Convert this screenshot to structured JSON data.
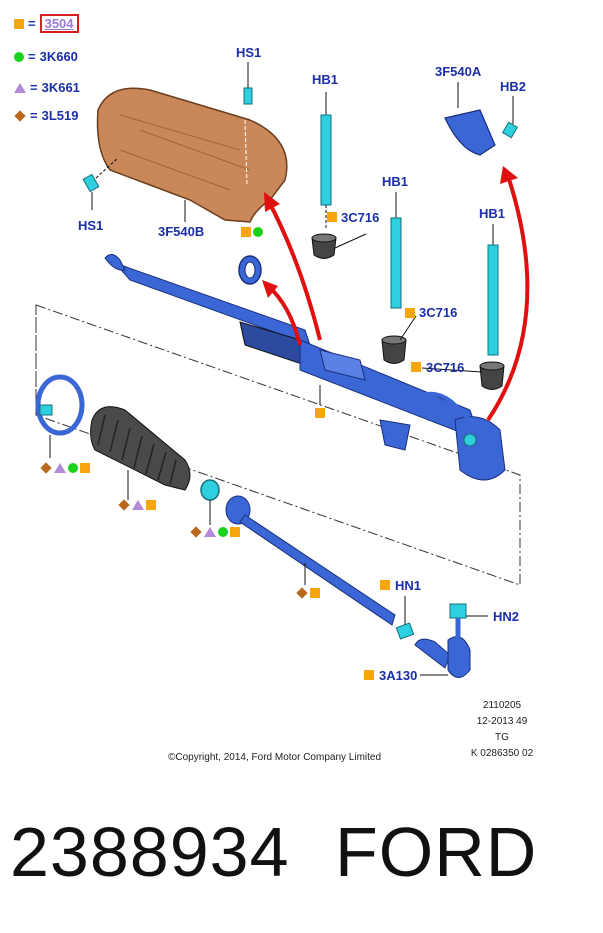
{
  "legend": [
    {
      "symbol": "square",
      "code": "3504",
      "highlighted": true
    },
    {
      "symbol": "circle",
      "code": "3K660"
    },
    {
      "symbol": "triangle",
      "code": "3K661"
    },
    {
      "symbol": "diamond",
      "code": "3L519"
    }
  ],
  "legend_eq": "=",
  "callouts": {
    "hs1_top": "HS1",
    "hs1_left": "HS1",
    "hb1_a": "HB1",
    "hb1_b": "HB1",
    "hb1_c": "HB1",
    "hb2": "HB2",
    "f540a": "3F540A",
    "f540b": "3F540B",
    "c716_a": "3C716",
    "c716_b": "3C716",
    "c716_c": "3C716",
    "hn1": "HN1",
    "hn2": "HN2",
    "a130": "3A130"
  },
  "meta": {
    "line1": "2110205",
    "line2": "12-2013 49",
    "line3": "TG",
    "line4": "K 0286350 02"
  },
  "copyright": "©Copyright, 2014, Ford Motor Company Limited",
  "part_number": "2388934",
  "brand": "FORD",
  "colors": {
    "label_blue": "#1a2fa8",
    "part_blue": "#3a66d6",
    "cyan": "#2ed0e0",
    "heat_shield": "#c9875a",
    "arrow_red": "#e01010",
    "square": "#f7a50c",
    "circle": "#1bd11b",
    "triangle": "#b28ad8",
    "diamond": "#b8681a"
  }
}
